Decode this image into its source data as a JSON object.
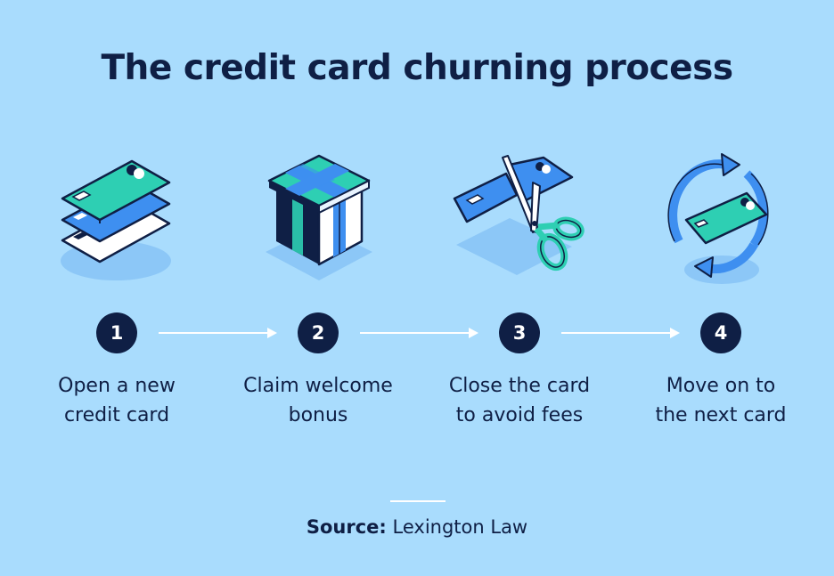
{
  "title": "The credit card churning process",
  "steps": [
    {
      "number": "1",
      "line1": "Open a new",
      "line2": "credit card",
      "icon": "stacked-credit-cards-icon"
    },
    {
      "number": "2",
      "line1": "Claim welcome",
      "line2": "bonus",
      "icon": "gift-box-icon"
    },
    {
      "number": "3",
      "line1": "Close the card",
      "line2": "to avoid fees",
      "icon": "scissors-cutting-card-icon"
    },
    {
      "number": "4",
      "line1": "Move on to",
      "line2": "the next card",
      "icon": "card-cycle-arrows-icon"
    }
  ],
  "source": {
    "label": "Source:",
    "value": "Lexington Law"
  },
  "colors": {
    "background": "#a9dcfd",
    "navy": "#0f1f45",
    "teal": "#2ecfb3",
    "blue": "#3e8ff0",
    "white": "#ffffff",
    "shadow": "#8cc7f7"
  }
}
